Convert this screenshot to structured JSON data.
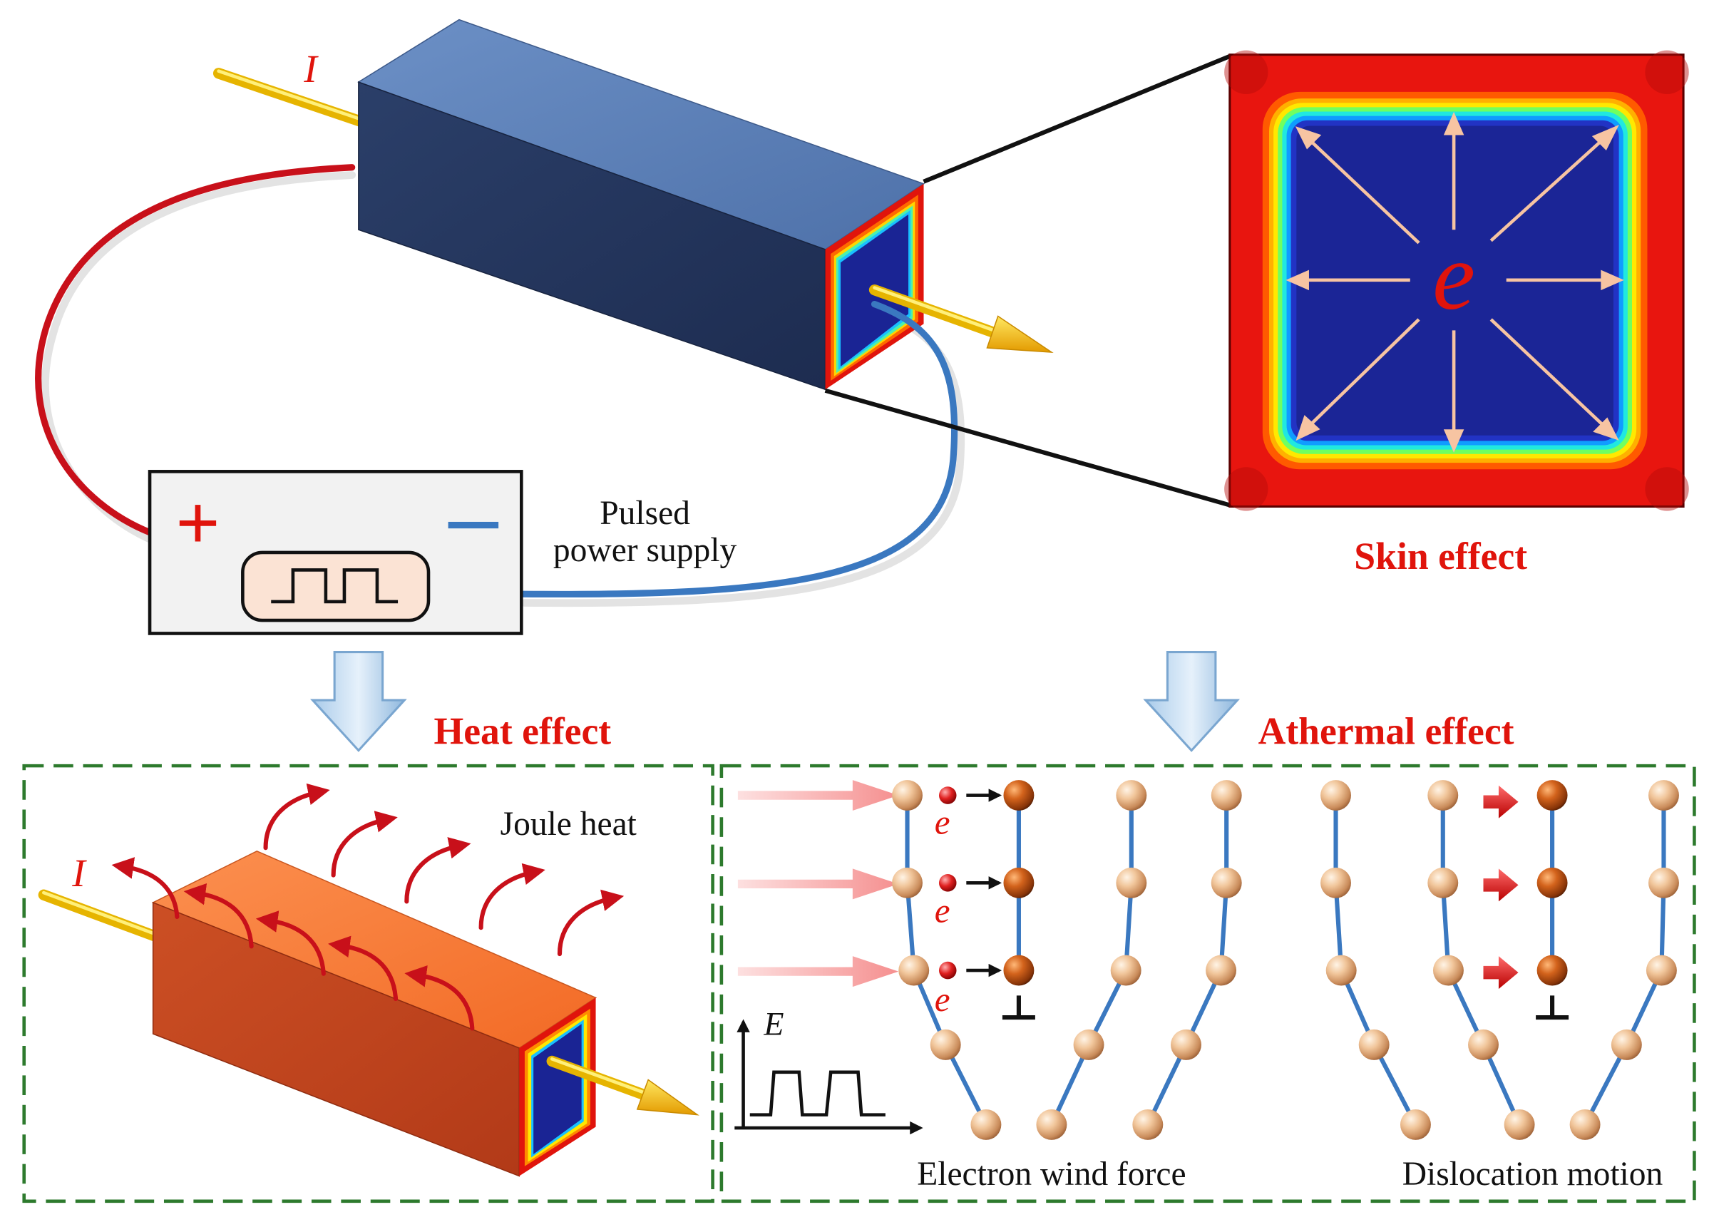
{
  "labels": {
    "current_top": "I",
    "current_bottom": "I",
    "plus": "+",
    "power_supply_line1": "Pulsed",
    "power_supply_line2": "power supply",
    "skin_electron": "e",
    "skin_effect": "Skin effect",
    "heat_effect": "Heat effect",
    "athermal_effect": "Athermal effect",
    "joule_heat": "Joule heat",
    "electron": "e",
    "field_axis": "E",
    "electron_wind_force": "Electron wind force",
    "dislocation_motion": "Dislocation motion"
  },
  "colors": {
    "label_red": "#e0140c",
    "wire_positive": "#c8101a",
    "wire_negative": "#3a78c0",
    "frame_green": "#2d7a2d",
    "bond_blue": "#3a78c0",
    "current_rod_yellow": "#f4c81a"
  }
}
